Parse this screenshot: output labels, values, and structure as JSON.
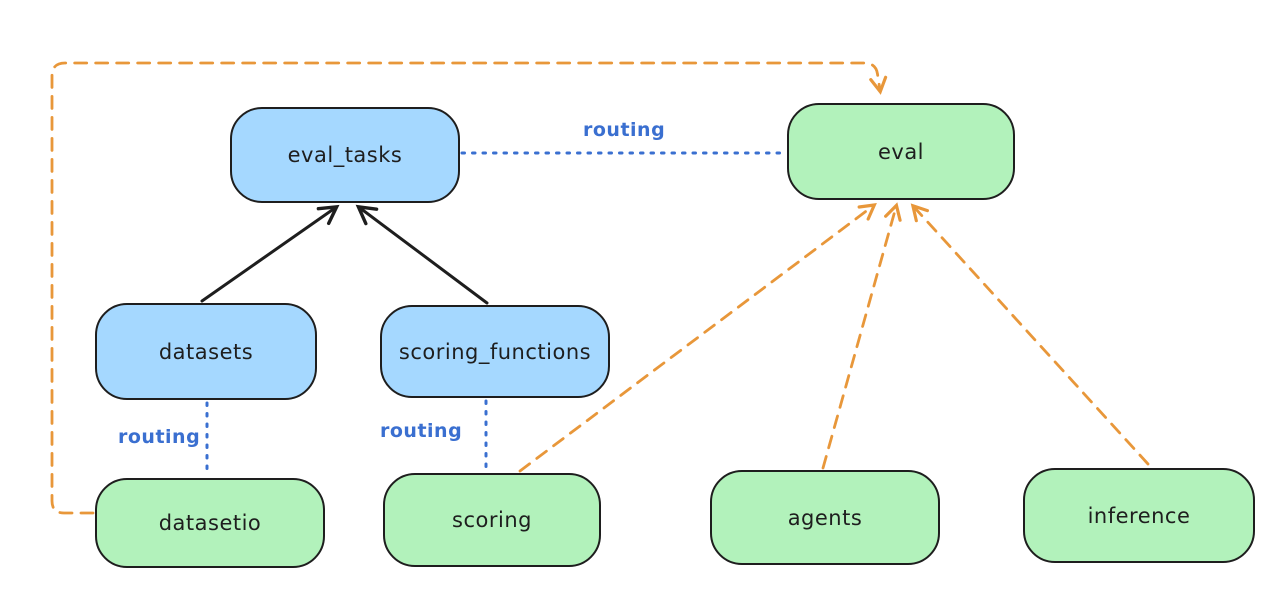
{
  "diagram": {
    "nodes": [
      {
        "id": "eval_tasks",
        "label": "eval_tasks",
        "fill": "blue"
      },
      {
        "id": "eval",
        "label": "eval",
        "fill": "green"
      },
      {
        "id": "datasets",
        "label": "datasets",
        "fill": "blue"
      },
      {
        "id": "scoring_functions",
        "label": "scoring_functions",
        "fill": "blue"
      },
      {
        "id": "datasetio",
        "label": "datasetio",
        "fill": "green"
      },
      {
        "id": "scoring",
        "label": "scoring",
        "fill": "green"
      },
      {
        "id": "agents",
        "label": "agents",
        "fill": "green"
      },
      {
        "id": "inference",
        "label": "inference",
        "fill": "green"
      }
    ],
    "edges": [
      {
        "from": "eval_tasks",
        "to": "eval",
        "style": "dotted",
        "color": "blue",
        "label": "routing"
      },
      {
        "from": "datasets",
        "to": "datasetio",
        "style": "dotted",
        "color": "blue",
        "label": "routing"
      },
      {
        "from": "scoring_functions",
        "to": "scoring",
        "style": "dotted",
        "color": "blue",
        "label": "routing"
      },
      {
        "from": "datasets",
        "to": "eval_tasks",
        "style": "solid",
        "color": "black",
        "label": ""
      },
      {
        "from": "scoring_functions",
        "to": "eval_tasks",
        "style": "solid",
        "color": "black",
        "label": ""
      },
      {
        "from": "datasetio",
        "to": "eval",
        "style": "dashed",
        "color": "orange",
        "label": ""
      },
      {
        "from": "scoring",
        "to": "eval",
        "style": "dashed",
        "color": "orange",
        "label": ""
      },
      {
        "from": "agents",
        "to": "eval",
        "style": "dashed",
        "color": "orange",
        "label": ""
      },
      {
        "from": "inference",
        "to": "eval",
        "style": "dashed",
        "color": "orange",
        "label": ""
      }
    ]
  },
  "colors": {
    "canvas_bg": "#ffffff",
    "stroke": "#1e1e1e",
    "blue_fill": "#a5d8ff",
    "green_fill": "#b2f2bb",
    "routing_blue": "#3a6fd0",
    "provider_orange": "#e8973a"
  }
}
